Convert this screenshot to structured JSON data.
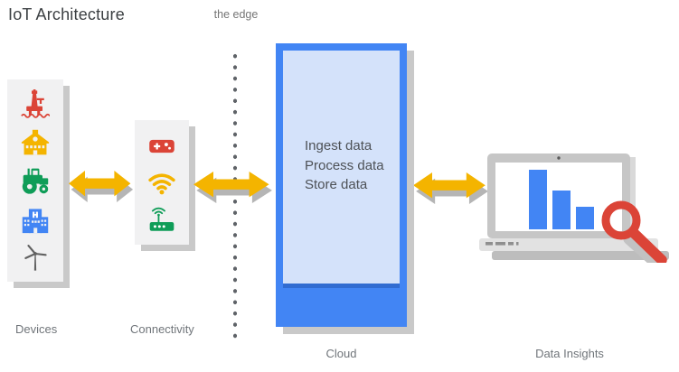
{
  "title": "IoT Architecture",
  "edge": {
    "label": "the edge"
  },
  "sections": {
    "devices": {
      "label": "Devices",
      "icons": [
        "oil-rig-icon",
        "school-icon",
        "tractor-icon",
        "hospital-icon",
        "wind-turbine-icon"
      ]
    },
    "connectivity": {
      "label": "Connectivity",
      "icons": [
        "remote-control-icon",
        "wifi-icon",
        "router-icon"
      ]
    },
    "cloud": {
      "label": "Cloud",
      "items": [
        "Ingest data",
        "Process data",
        "Store data"
      ]
    },
    "data_insights": {
      "label": "Data Insights",
      "icons": [
        "laptop-icon",
        "bar-chart-icon",
        "magnifier-icon"
      ],
      "chart_bars": [
        66,
        43,
        25
      ]
    }
  },
  "colors": {
    "google_blue": "#4285F4",
    "cloud_inner_blue": "#D4E2FA",
    "google_red": "#DB4437",
    "google_yellow": "#F4B400",
    "google_green": "#0F9D58",
    "arrow_yellow": "#F4B400",
    "panel_gray": "#F1F1F2",
    "shadow_gray": "#C9C9C9",
    "dot_gray": "#5F6368",
    "label_gray": "#70757A",
    "title_gray": "#3C4043"
  }
}
